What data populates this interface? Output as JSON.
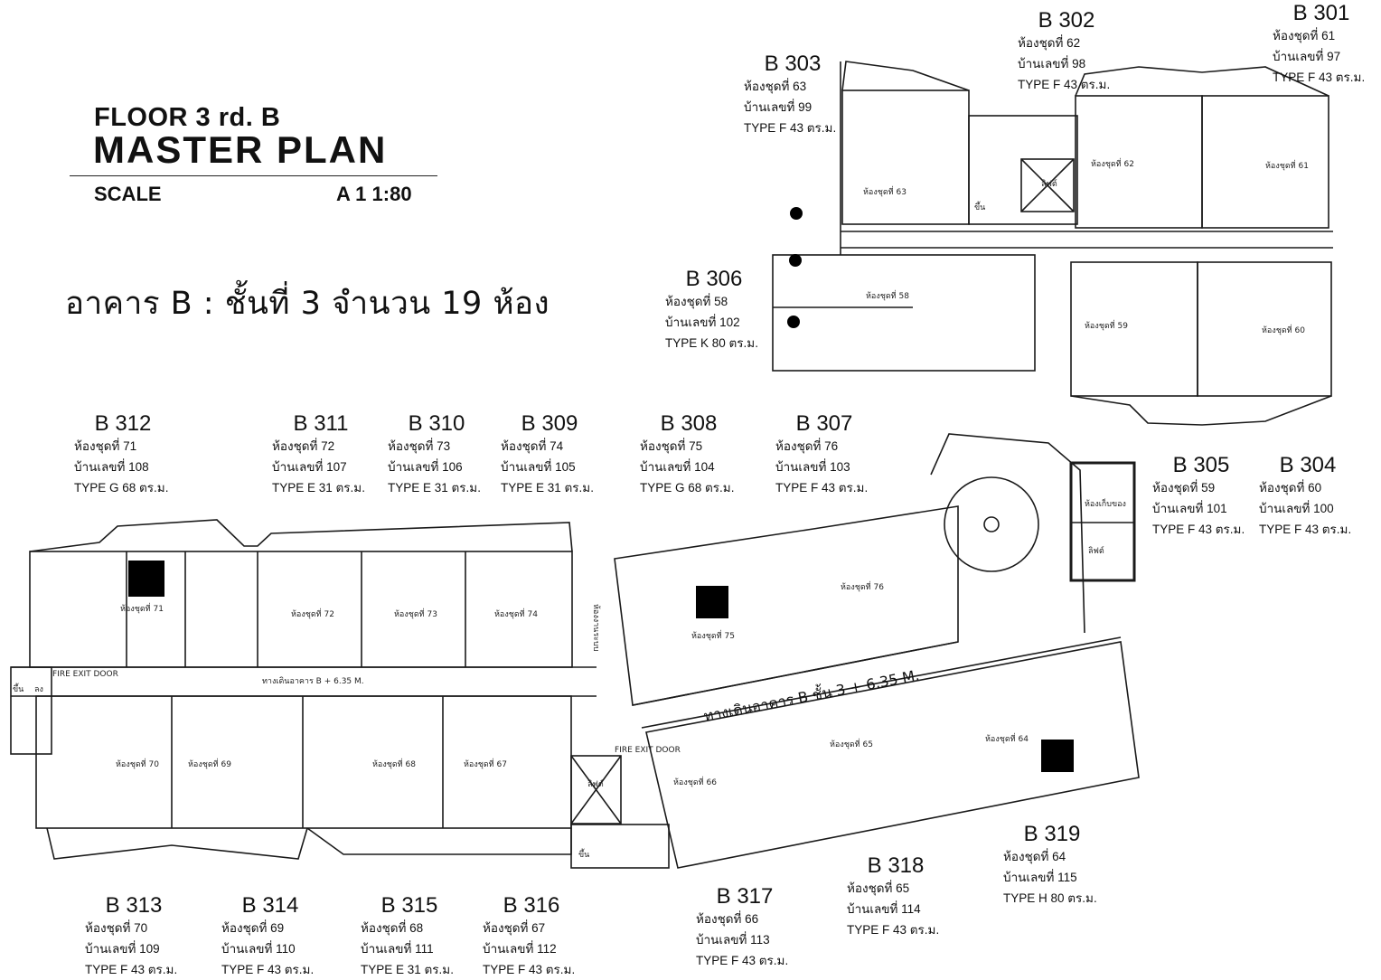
{
  "header": {
    "floor_title": "FLOOR 3 rd. B",
    "plan_title": "MASTER  PLAN",
    "scale_label": "SCALE",
    "scale_value": "A 1 1:80",
    "building_summary": "อาคาร B : ชั้นที่ 3  จำนวน 19 ห้อง"
  },
  "units": [
    {
      "code": "B 301",
      "room": "ห้องชุดที่ 61",
      "house": "บ้านเลขที่ 97",
      "type": "TYPE F 43 ตร.ม."
    },
    {
      "code": "B 302",
      "room": "ห้องชุดที่ 62",
      "house": "บ้านเลขที่ 98",
      "type": "TYPE F 43 ตร.ม."
    },
    {
      "code": "B 303",
      "room": "ห้องชุดที่ 63",
      "house": "บ้านเลขที่ 99",
      "type": "TYPE F 43 ตร.ม."
    },
    {
      "code": "B 304",
      "room": "ห้องชุดที่ 60",
      "house": "บ้านเลขที่ 100",
      "type": "TYPE F 43 ตร.ม."
    },
    {
      "code": "B 305",
      "room": "ห้องชุดที่ 59",
      "house": "บ้านเลขที่ 101",
      "type": "TYPE F 43 ตร.ม."
    },
    {
      "code": "B 306",
      "room": "ห้องชุดที่ 58",
      "house": "บ้านเลขที่ 102",
      "type": "TYPE K 80 ตร.ม."
    },
    {
      "code": "B 307",
      "room": "ห้องชุดที่ 76",
      "house": "บ้านเลขที่ 103",
      "type": "TYPE F 43 ตร.ม."
    },
    {
      "code": "B 308",
      "room": "ห้องชุดที่ 75",
      "house": "บ้านเลขที่ 104",
      "type": "TYPE G 68 ตร.ม."
    },
    {
      "code": "B 309",
      "room": "ห้องชุดที่ 74",
      "house": "บ้านเลขที่ 105",
      "type": "TYPE E 31 ตร.ม."
    },
    {
      "code": "B 310",
      "room": "ห้องชุดที่ 73",
      "house": "บ้านเลขที่ 106",
      "type": "TYPE E 31 ตร.ม."
    },
    {
      "code": "B 311",
      "room": "ห้องชุดที่ 72",
      "house": "บ้านเลขที่ 107",
      "type": "TYPE E 31 ตร.ม."
    },
    {
      "code": "B 312",
      "room": "ห้องชุดที่ 71",
      "house": "บ้านเลขที่ 108",
      "type": "TYPE G 68 ตร.ม."
    },
    {
      "code": "B 313",
      "room": "ห้องชุดที่ 70",
      "house": "บ้านเลขที่ 109",
      "type": "TYPE F 43 ตร.ม."
    },
    {
      "code": "B 314",
      "room": "ห้องชุดที่ 69",
      "house": "บ้านเลขที่ 110",
      "type": "TYPE F 43 ตร.ม."
    },
    {
      "code": "B 315",
      "room": "ห้องชุดที่ 68",
      "house": "บ้านเลขที่ 111",
      "type": "TYPE E 31 ตร.ม."
    },
    {
      "code": "B 316",
      "room": "ห้องชุดที่ 67",
      "house": "บ้านเลขที่ 112",
      "type": "TYPE F 43 ตร.ม."
    },
    {
      "code": "B 317",
      "room": "ห้องชุดที่ 66",
      "house": "บ้านเลขที่ 113",
      "type": "TYPE F 43 ตร.ม."
    },
    {
      "code": "B 318",
      "room": "ห้องชุดที่ 65",
      "house": "บ้านเลขที่ 114",
      "type": "TYPE F 43 ตร.ม."
    },
    {
      "code": "B 319",
      "room": "ห้องชุดที่ 64",
      "house": "บ้านเลขที่ 115",
      "type": "TYPE H 80 ตร.ม."
    }
  ],
  "plan_labels": {
    "room_tags": [
      "ห้องชุดที่ 58",
      "ห้องชุดที่ 59",
      "ห้องชุดที่ 60",
      "ห้องชุดที่ 61",
      "ห้องชุดที่ 62",
      "ห้องชุดที่ 63",
      "ห้องชุดที่ 64",
      "ห้องชุดที่ 65",
      "ห้องชุดที่ 66",
      "ห้องชุดที่ 67",
      "ห้องชุดที่ 68",
      "ห้องชุดที่ 69",
      "ห้องชุดที่ 70",
      "ห้องชุดที่ 71",
      "ห้องชุดที่ 72",
      "ห้องชุดที่ 73",
      "ห้องชุดที่ 74",
      "ห้องชุดที่ 75",
      "ห้องชุดที่ 76"
    ],
    "corridor_left": "ทางเดินอาคาร B + 6.35 M.",
    "corridor_right": "ทางเดินอาคาร B ชั้น 3 + 6.35 M.",
    "fire_exit": "FIRE EXIT DOOR",
    "stair_up": "ขึ้น",
    "stair_down": "ลง",
    "lift": "ลิฟต์",
    "storage": "ห้องเก็บของ",
    "electric": "ห้องงานระบบ"
  },
  "colors": {
    "line": "#1a1a1a",
    "ink": "#111111",
    "dot": "#000000"
  }
}
